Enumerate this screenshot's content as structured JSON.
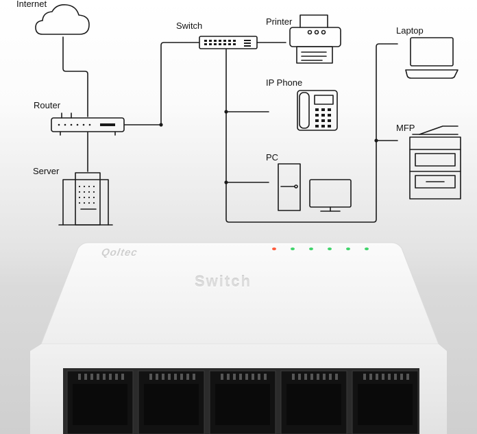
{
  "nodes": {
    "internet": "Internet",
    "switch": "Switch",
    "printer": "Printer",
    "laptop": "Laptop",
    "router": "Router",
    "ip_phone": "IP Phone",
    "mfp": "MFP",
    "server": "Server",
    "pc": "PC"
  },
  "device": {
    "brand": "Qoltec",
    "model_label": "Switch",
    "led_colors": [
      "#ff5a3c",
      "#3fd46a",
      "#3fd46a",
      "#3fd46a",
      "#3fd46a",
      "#3fd46a"
    ],
    "port_count": 5
  }
}
